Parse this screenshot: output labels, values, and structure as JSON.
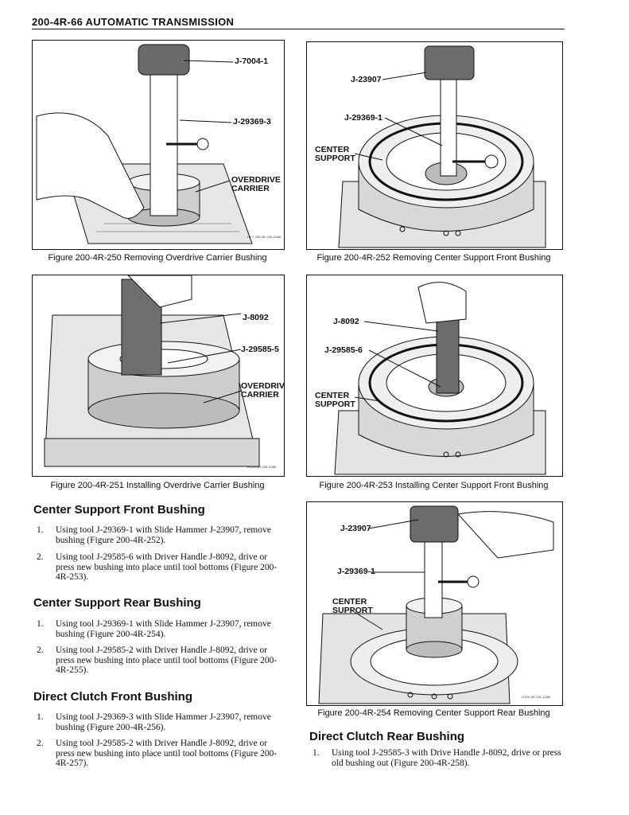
{
  "header": {
    "title": "200-4R-66 AUTOMATIC TRANSMISSION"
  },
  "figures": {
    "f250": {
      "caption": "Figure 200-4R-250 Removing Overdrive Carrier Bushing",
      "labels": [
        "J-7004-1",
        "J-29369-3",
        "OVERDRIVE\nCARRIER"
      ],
      "code": "H2 ≡ 200-4R-195-12/80"
    },
    "f252": {
      "caption": "Figure 200-4R-252 Removing Center Support Front Bushing",
      "labels": [
        "J-23907",
        "J-29369-1",
        "CENTER\nSUPPORT"
      ]
    },
    "f251": {
      "caption": "Figure 200-4R-251 Installing Overdrive Carrier Bushing",
      "labels": [
        "J-8092",
        "J-29585-5",
        "OVERDRIVE\nCARRIER"
      ],
      "code": "H 200-4R-195-12/80"
    },
    "f253": {
      "caption": "Figure 200-4R-253 Installing Center Support Front Bushing",
      "labels": [
        "J-8092",
        "J-29585-6",
        "CENTER\nSUPPORT"
      ]
    },
    "f254": {
      "caption": "Figure 200-4R-254 Removing Center Support Rear Bushing",
      "labels": [
        "J-23907",
        "J-29369-1",
        "CENTER\nSUPPORT"
      ],
      "code": "H 200-4R 191-12/80"
    }
  },
  "sections": [
    {
      "title": "Center Support Front Bushing",
      "steps": [
        {
          "num": "1.",
          "text": "Using tool J-29369-1 with Slide Hammer J-23907, remove bushing (Figure 200-4R-252)."
        },
        {
          "num": "2.",
          "text": "Using tool J-29585-6 with Driver Handle J-8092, drive or press new bushing into place until tool bottoms (Figure 200-4R-253)."
        }
      ]
    },
    {
      "title": "Center Support Rear Bushing",
      "steps": [
        {
          "num": "1.",
          "text": "Using tool J-29369-1 with Slide Hammer J-23907, remove bushing (Figure 200-4R-254)."
        },
        {
          "num": "2.",
          "text": "Using tool J-29585-2 with Driver Handle J-8092, drive or press new bushing into place until tool bottoms (Figure 200-4R-255)."
        }
      ]
    },
    {
      "title": "Direct Clutch Front Bushing",
      "steps": [
        {
          "num": "1.",
          "text": "Using tool J-29369-3 with Slide Hammer J-23907, remove bushing (Figure 200-4R-256)."
        },
        {
          "num": "2.",
          "text": "Using tool J-29585-2 with Driver Handle J-8092, drive or press new bushing into place until tool bottoms (Figure 200-4R-257)."
        }
      ]
    },
    {
      "title": "Direct Clutch Rear Bushing",
      "steps": [
        {
          "num": "1.",
          "text": "Using tool J-29585-3 with Drive Handle J-8092, drive or press old bushing out (Figure 200-4R-258)."
        }
      ]
    }
  ]
}
